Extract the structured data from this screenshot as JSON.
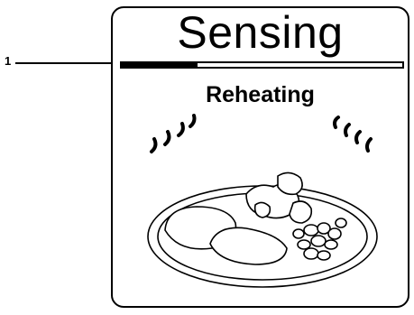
{
  "callout": {
    "number": "1"
  },
  "display": {
    "title": "Sensing",
    "status": "Reheating",
    "progress_fraction": 0.27
  },
  "icons": {
    "waves": "heat-waves-icon",
    "food": "plate-of-food-icon"
  }
}
